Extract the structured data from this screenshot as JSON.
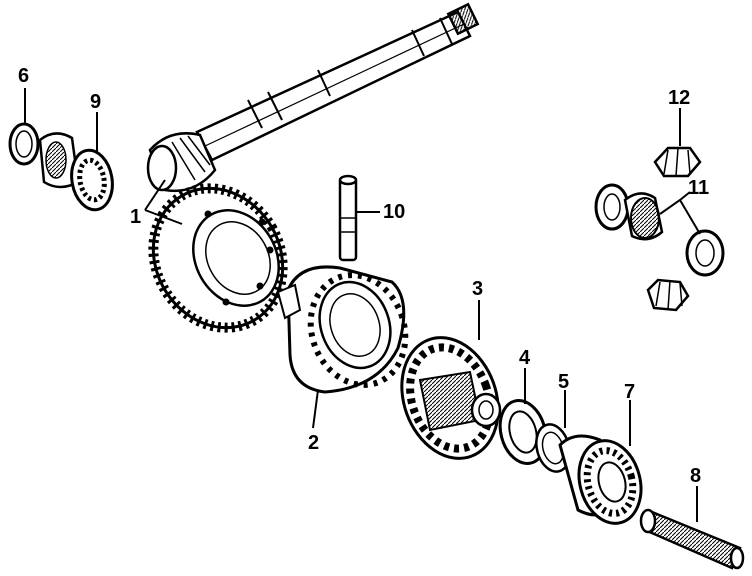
{
  "colors": {
    "ink": "#000000",
    "paper": "#ffffff",
    "shade": "#7a7a7a"
  },
  "callouts": [
    {
      "id": "1",
      "label": "1",
      "part": "ring-and-pinion-gear"
    },
    {
      "id": "2",
      "label": "2",
      "part": "differential-case"
    },
    {
      "id": "3",
      "label": "3",
      "part": "differential-case-cover"
    },
    {
      "id": "4",
      "label": "4",
      "part": "bearing-race"
    },
    {
      "id": "5",
      "label": "5",
      "part": "shim"
    },
    {
      "id": "6",
      "label": "6",
      "part": "pinion-bearing-race"
    },
    {
      "id": "7",
      "label": "7",
      "part": "side-bearing"
    },
    {
      "id": "8",
      "label": "8",
      "part": "output-shaft"
    },
    {
      "id": "9",
      "label": "9",
      "part": "pinion-bearing"
    },
    {
      "id": "10",
      "label": "10",
      "part": "pinion-shaft"
    },
    {
      "id": "11",
      "label": "11",
      "part": "side-gear-set"
    },
    {
      "id": "12",
      "label": "12",
      "part": "pinion-gear"
    }
  ]
}
